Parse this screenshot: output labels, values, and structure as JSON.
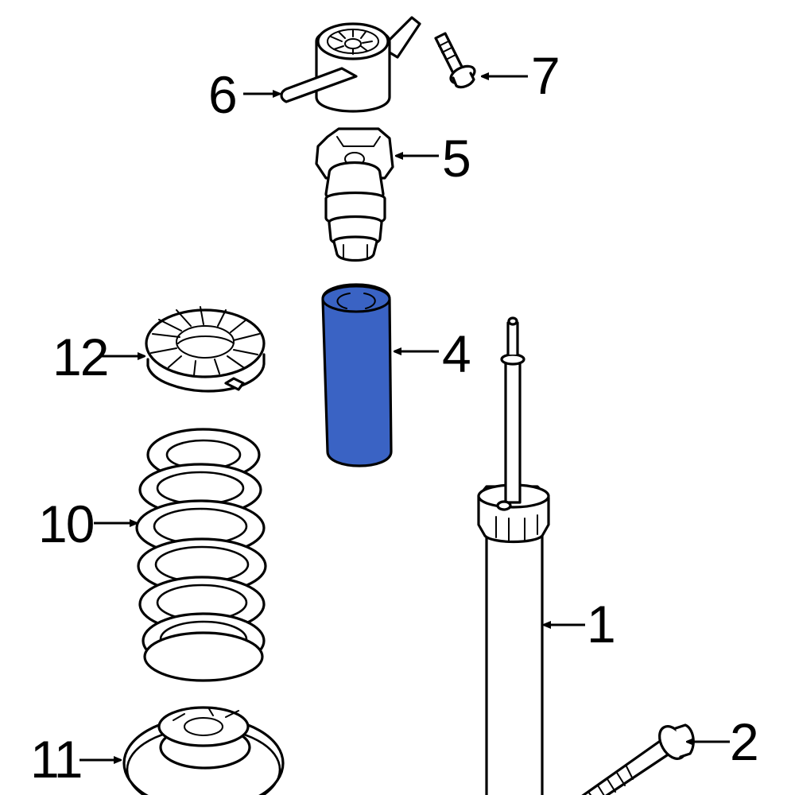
{
  "diagram": {
    "type": "exploded parts diagram",
    "subject": "rear shock absorber / strut assembly",
    "highlight_color": "#3a63c4",
    "highlighted_part": "4",
    "callouts": [
      {
        "label": "1",
        "part": "shock-absorber"
      },
      {
        "label": "2",
        "part": "mounting-bolt"
      },
      {
        "label": "4",
        "part": "dust-boot"
      },
      {
        "label": "5",
        "part": "bump-stop"
      },
      {
        "label": "6",
        "part": "upper-mount"
      },
      {
        "label": "7",
        "part": "mount-bolt"
      },
      {
        "label": "10",
        "part": "coil-spring"
      },
      {
        "label": "11",
        "part": "lower-spring-seat"
      },
      {
        "label": "12",
        "part": "upper-spring-seat"
      }
    ]
  }
}
